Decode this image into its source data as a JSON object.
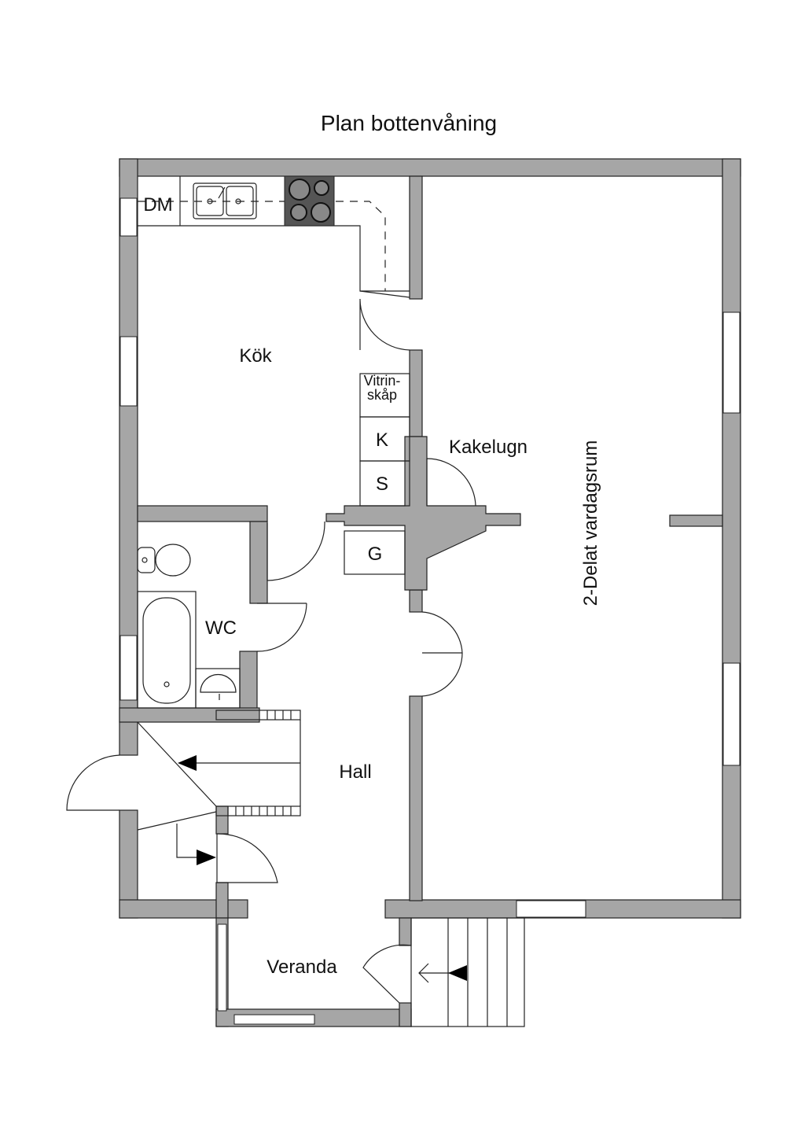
{
  "title": "Plan bottenvåning",
  "rooms": {
    "kitchen": "Kök",
    "living": "2-Delat vardagsrum",
    "wc": "WC",
    "hall": "Hall",
    "veranda": "Veranda"
  },
  "fixtures": {
    "dishwasher": "DM",
    "cabinet_line1": "Vitrin-",
    "cabinet_line2": "skåp",
    "fridge": "K",
    "freezer": "S",
    "wardrobe": "G",
    "tile_stove": "Kakelugn"
  },
  "colors": {
    "wall": "#a6a6a6",
    "stove": "#555555"
  }
}
